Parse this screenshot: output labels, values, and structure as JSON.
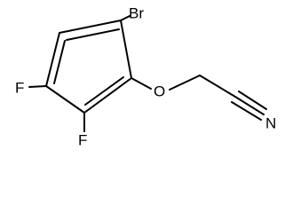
{
  "diagram": {
    "type": "chemical-structure",
    "atoms": {
      "br": "Br",
      "o": "O",
      "n": "N",
      "f_top": "F",
      "f_bottom": "F"
    }
  }
}
